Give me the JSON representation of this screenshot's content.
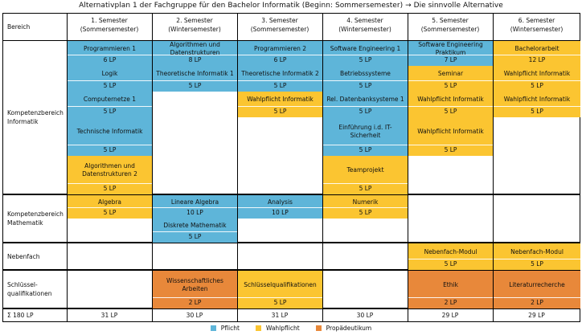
{
  "title": "Alternativplan 1 der Fachgruppe für den Bachelor Informatik (Beginn: Sommersemester) → Die sinnvolle Alternative",
  "corner": "Bereich",
  "colors": {
    "pflicht": "#5eb5d9",
    "wahlpflicht": "#fbc531",
    "propaedeutikum": "#e8883a"
  },
  "semesters": [
    {
      "l1": "1. Semester",
      "l2": "(Sommersemester)"
    },
    {
      "l1": "2. Semester",
      "l2": "(Wintersemester)"
    },
    {
      "l1": "3. Semester",
      "l2": "(Sommersemester)"
    },
    {
      "l1": "4. Semester",
      "l2": "(Wintersemester)"
    },
    {
      "l1": "5. Semester",
      "l2": "(Sommersemester)"
    },
    {
      "l1": "6. Semester",
      "l2": "(Wintersemester)"
    }
  ],
  "rows": [
    {
      "l1": "Kompetenzbereich",
      "l2": "Informatik"
    },
    {
      "l1": "Kompetenzbereich",
      "l2": "Mathematik"
    },
    {
      "l1": "Nebenfach",
      "l2": ""
    },
    {
      "l1": "Schlüssel-",
      "l2": "qualifikationen"
    }
  ],
  "modules": [
    {
      "name": "Programmieren 1",
      "lp": "6 LP",
      "type": "pflicht",
      "col": 0,
      "slot": [
        0,
        2
      ]
    },
    {
      "name": "Logik",
      "lp": "5 LP",
      "type": "pflicht",
      "col": 0,
      "slot": [
        2,
        4
      ]
    },
    {
      "name": "Computernetze 1",
      "lp": "5 LP",
      "type": "pflicht",
      "col": 0,
      "slot": [
        4,
        6
      ]
    },
    {
      "name": "Technische Informatik",
      "lp": "5 LP",
      "type": "pflicht",
      "col": 0,
      "slot": [
        6,
        9
      ]
    },
    {
      "name": "Algorithmen und Datenstrukturen 2",
      "lp": "5 LP",
      "type": "wahlpflicht",
      "col": 0,
      "slot": [
        9,
        12
      ]
    },
    {
      "name": "Algorithmen und Datenstrukturen",
      "lp": "8 LP",
      "type": "pflicht",
      "col": 1,
      "slot": [
        0,
        2
      ]
    },
    {
      "name": "Theoretische Informatik 1",
      "lp": "5 LP",
      "type": "pflicht",
      "col": 1,
      "slot": [
        2,
        4
      ]
    },
    {
      "name": "Programmieren 2",
      "lp": "6 LP",
      "type": "pflicht",
      "col": 2,
      "slot": [
        0,
        2
      ]
    },
    {
      "name": "Theoretische Informatik 2",
      "lp": "5 LP",
      "type": "pflicht",
      "col": 2,
      "slot": [
        2,
        4
      ]
    },
    {
      "name": "Wahlpflicht Informatik",
      "lp": "5 LP",
      "type": "wahlpflicht",
      "col": 2,
      "slot": [
        4,
        6
      ]
    },
    {
      "name": "Software Engineering 1",
      "lp": "5 LP",
      "type": "pflicht",
      "col": 3,
      "slot": [
        0,
        2
      ]
    },
    {
      "name": "Betriebssysteme",
      "lp": "5 LP",
      "type": "pflicht",
      "col": 3,
      "slot": [
        2,
        4
      ]
    },
    {
      "name": "Rel. Datenbanksysteme 1",
      "lp": "5 LP",
      "type": "pflicht",
      "col": 3,
      "slot": [
        4,
        6
      ]
    },
    {
      "name": "Einführung i.d. IT-Sicherheit",
      "lp": "5 LP",
      "type": "pflicht",
      "col": 3,
      "slot": [
        6,
        9
      ]
    },
    {
      "name": "Teamprojekt",
      "lp": "5 LP",
      "type": "wahlpflicht",
      "col": 3,
      "slot": [
        9,
        12
      ]
    },
    {
      "name": "Software Engineering Praktikum",
      "lp": "7 LP",
      "type": "pflicht",
      "col": 4,
      "slot": [
        0,
        2
      ]
    },
    {
      "name": "Seminar",
      "lp": "5 LP",
      "type": "wahlpflicht",
      "col": 4,
      "slot": [
        2,
        4
      ]
    },
    {
      "name": "Wahlpflicht Informatik",
      "lp": "5 LP",
      "type": "wahlpflicht",
      "col": 4,
      "slot": [
        4,
        6
      ]
    },
    {
      "name": "Wahlpflicht Informatik",
      "lp": "5 LP",
      "type": "wahlpflicht",
      "col": 4,
      "slot": [
        6,
        9
      ]
    },
    {
      "name": "Bachelorarbeit",
      "lp": "12 LP",
      "type": "wahlpflicht",
      "col": 5,
      "slot": [
        0,
        2
      ]
    },
    {
      "name": "Wahlpflicht Informatik",
      "lp": "5 LP",
      "type": "wahlpflicht",
      "col": 5,
      "slot": [
        2,
        4
      ]
    },
    {
      "name": "Wahlpflicht Informatik",
      "lp": "5 LP",
      "type": "wahlpflicht",
      "col": 5,
      "slot": [
        4,
        6
      ]
    },
    {
      "name": "Algebra",
      "lp": "5 LP",
      "type": "wahlpflicht",
      "col": 0,
      "slot": [
        12,
        14
      ]
    },
    {
      "name": "Lineare Algebra",
      "lp": "10 LP",
      "type": "pflicht",
      "col": 1,
      "slot": [
        12,
        14
      ]
    },
    {
      "name": "Diskrete Mathematik",
      "lp": "5 LP",
      "type": "pflicht",
      "col": 1,
      "slot": [
        14,
        16
      ]
    },
    {
      "name": "Analysis",
      "lp": "10 LP",
      "type": "pflicht",
      "col": 2,
      "slot": [
        12,
        14
      ]
    },
    {
      "name": "Numerik",
      "lp": "5 LP",
      "type": "wahlpflicht",
      "col": 3,
      "slot": [
        12,
        14
      ]
    },
    {
      "name": "Nebenfach-Modul",
      "lp": "5 LP",
      "type": "wahlpflicht",
      "col": 4,
      "slot": [
        16,
        18
      ]
    },
    {
      "name": "Nebenfach-Modul",
      "lp": "5 LP",
      "type": "wahlpflicht",
      "col": 5,
      "slot": [
        16,
        18
      ]
    },
    {
      "name": "Wissenschaftliches Arbeiten",
      "lp": "2 LP",
      "type": "propaedeutikum",
      "col": 1,
      "slot": [
        18,
        21
      ]
    },
    {
      "name": "Schlüsselqualifikationen",
      "lp": "5 LP",
      "type": "wahlpflicht",
      "col": 2,
      "slot": [
        18,
        21
      ]
    },
    {
      "name": "Ethik",
      "lp": "2 LP",
      "type": "propaedeutikum",
      "col": 4,
      "slot": [
        18,
        21
      ]
    },
    {
      "name": "Literaturrecherche",
      "lp": "2 LP",
      "type": "propaedeutikum",
      "col": 5,
      "slot": [
        18,
        21
      ]
    }
  ],
  "totals": {
    "label": "Σ 180 LP",
    "values": [
      "31 LP",
      "30 LP",
      "31 LP",
      "30 LP",
      "29 LP",
      "29 LP"
    ]
  },
  "legend": [
    {
      "label": "Pflicht",
      "type": "pflicht"
    },
    {
      "label": "Wahlpflicht",
      "type": "wahlpflicht"
    },
    {
      "label": "Propädeutikum",
      "type": "propaedeutikum"
    }
  ]
}
